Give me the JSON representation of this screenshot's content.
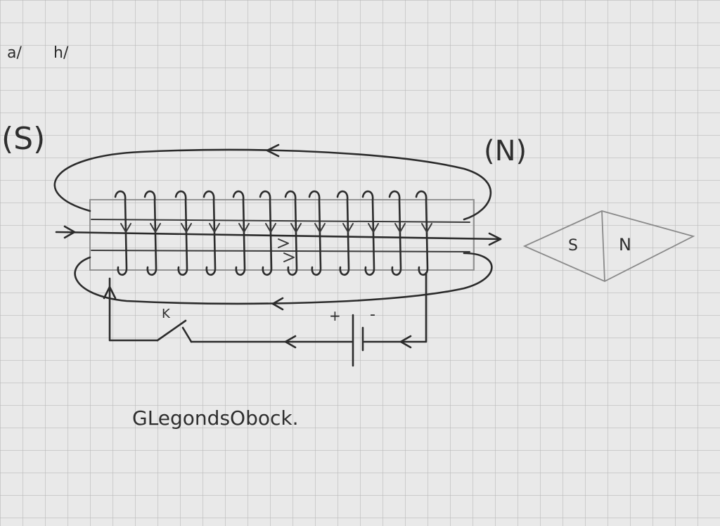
{
  "labels": {
    "top_left_a": "a/",
    "top_left_b": "h/",
    "pole_left": "(S)",
    "pole_right": "(N)",
    "switch": "K",
    "battery_plus": "+",
    "battery_minus": "-",
    "needle_s": "S",
    "needle_n": "N",
    "footer_note": "GLegondsObock."
  },
  "colors": {
    "paper": "#e9e9e9",
    "grid": "#b9b9b9",
    "ink": "#2b2b2b",
    "pencil": "#8a8a8a"
  }
}
